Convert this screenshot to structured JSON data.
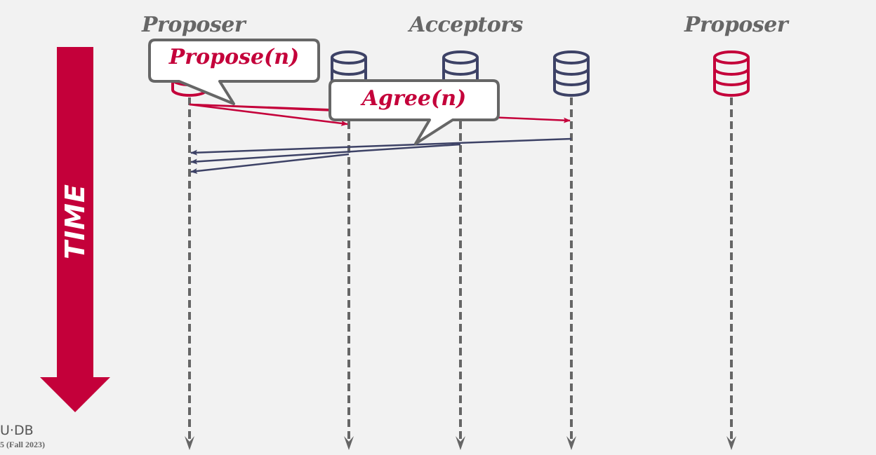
{
  "diagram": {
    "title": "Paxos message flow",
    "roles": {
      "left_proposer": "Proposer",
      "acceptors": "Acceptors",
      "right_proposer": "Proposer"
    },
    "time_label": "TIME",
    "callouts": {
      "propose": "Propose(n)",
      "agree": "Agree(n)"
    },
    "nodes": [
      {
        "id": "proposer-1",
        "role": "proposer",
        "icon": "database-icon",
        "color": "#c4003a"
      },
      {
        "id": "acceptor-1",
        "role": "acceptor",
        "icon": "database-icon",
        "color": "#3d4266"
      },
      {
        "id": "acceptor-2",
        "role": "acceptor",
        "icon": "database-icon",
        "color": "#3d4266"
      },
      {
        "id": "acceptor-3",
        "role": "acceptor",
        "icon": "database-icon",
        "color": "#3d4266"
      },
      {
        "id": "proposer-2",
        "role": "proposer",
        "icon": "database-icon",
        "color": "#c4003a"
      }
    ],
    "messages": [
      {
        "type": "propose",
        "from": "proposer-1",
        "to": "acceptor-1",
        "color": "#c4003a"
      },
      {
        "type": "propose",
        "from": "proposer-1",
        "to": "acceptor-2",
        "color": "#c4003a"
      },
      {
        "type": "propose",
        "from": "proposer-1",
        "to": "acceptor-3",
        "color": "#c4003a"
      },
      {
        "type": "agree",
        "from": "acceptor-3",
        "to": "proposer-1",
        "color": "#3d4266"
      },
      {
        "type": "agree",
        "from": "acceptor-2",
        "to": "proposer-1",
        "color": "#3d4266"
      },
      {
        "type": "agree",
        "from": "acceptor-1",
        "to": "proposer-1",
        "color": "#3d4266"
      }
    ],
    "colors": {
      "accent": "#c4003a",
      "acceptor": "#3d4266",
      "timeline": "#666666",
      "background": "#f2f2f2"
    }
  },
  "footer": {
    "logo": "U·DB",
    "course": "5 (Fall 2023)"
  }
}
